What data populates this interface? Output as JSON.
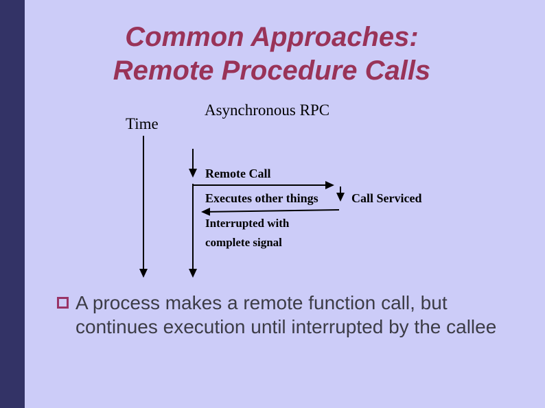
{
  "colors": {
    "background": "#ccccf8",
    "sidebar_bar": "#333366",
    "title_text": "#993358",
    "body_text": "#3c3c46",
    "bullet_outline": "#993366",
    "diagram_ink": "#000000"
  },
  "title": {
    "line1": "Common Approaches:",
    "line2": "Remote Procedure Calls"
  },
  "diagram": {
    "heading": "Asynchronous RPC",
    "time_label": "Time",
    "remote_call": "Remote Call",
    "executes_other_things": "Executes other things",
    "call_serviced": "Call Serviced",
    "interrupted_line1": "Interrupted with",
    "interrupted_line2": "complete signal"
  },
  "bullets": [
    {
      "text": "A process makes a remote function call, but continues execution until interrupted by the callee"
    }
  ]
}
